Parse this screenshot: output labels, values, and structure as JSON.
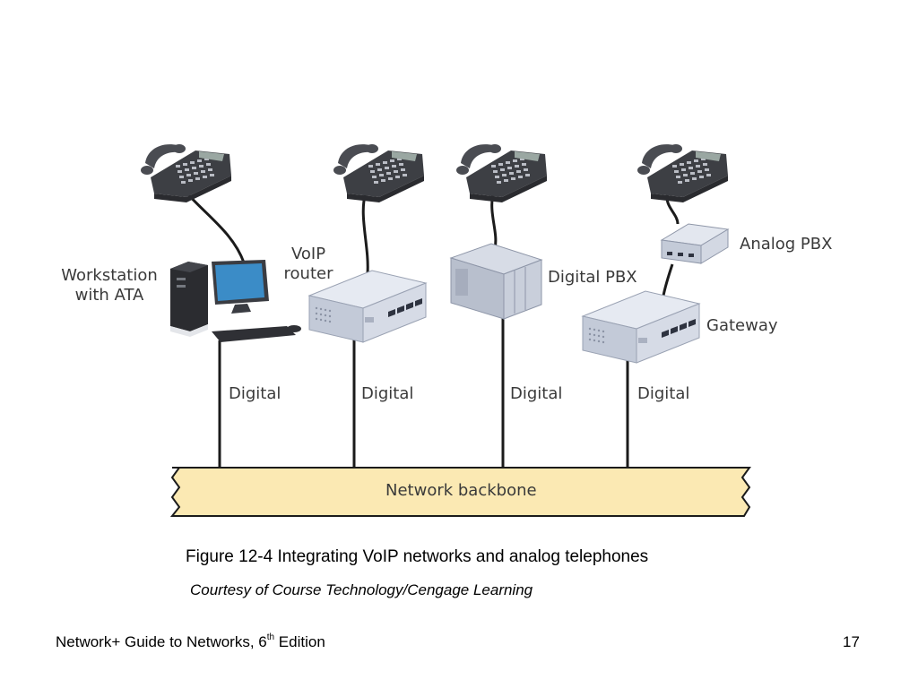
{
  "figure": {
    "devices": {
      "workstation": "Workstation\nwith ATA",
      "voip_router": "VoIP\nrouter",
      "digital_pbx": "Digital PBX",
      "analog_pbx": "Analog PBX",
      "gateway": "Gateway"
    },
    "links": [
      "Digital",
      "Digital",
      "Digital",
      "Digital"
    ],
    "backbone": "Network backbone"
  },
  "caption": "Figure 12-4 Integrating VoIP networks and analog telephones",
  "credit": "Courtesy of Course Technology/Cengage Learning",
  "footer": {
    "title_pre": "Network+ Guide to Networks, 6",
    "title_sup": "th",
    "title_post": " Edition",
    "page": "17"
  },
  "colors": {
    "backbone_fill": "#fbe9b3",
    "device_fill": "#cfd6e4",
    "phone": "#3d3f44"
  }
}
